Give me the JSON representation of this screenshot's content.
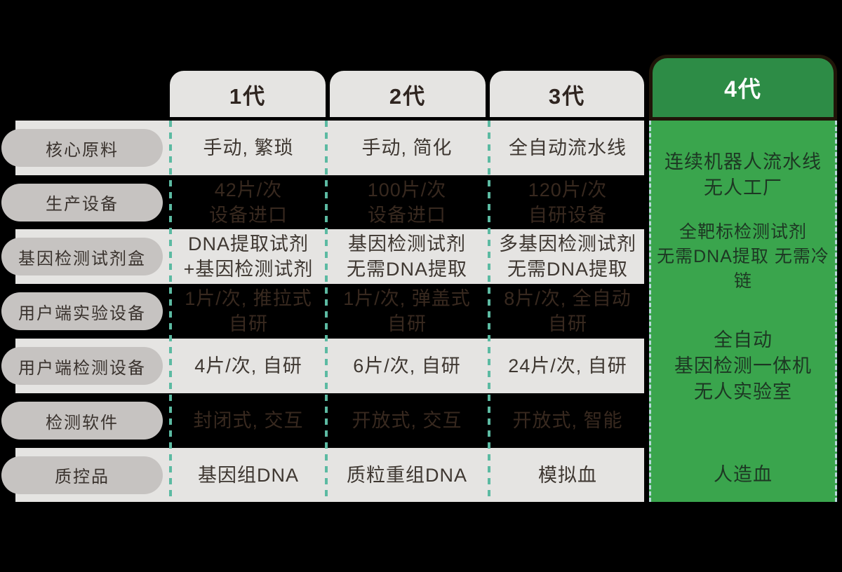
{
  "table": {
    "columns": [
      {
        "label": "1代",
        "highlight": false
      },
      {
        "label": "2代",
        "highlight": false
      },
      {
        "label": "3代",
        "highlight": false
      },
      {
        "label": "4代",
        "highlight": true
      }
    ],
    "rows": [
      {
        "label": "核心原料",
        "band": "light",
        "values": [
          "手动, 繁琐",
          "手动, 简化",
          "全自动流水线"
        ]
      },
      {
        "label": "生产设备",
        "band": "dark",
        "values": [
          "42片/次\n设备进口",
          "100片/次\n设备进口",
          "120片/次\n自研设备"
        ]
      },
      {
        "label": "基因检测试剂盒",
        "band": "light",
        "values": [
          "DNA提取试剂\n+基因检测试剂",
          "基因检测试剂\n无需DNA提取",
          "多基因检测试剂\n无需DNA提取"
        ]
      },
      {
        "label": "用户端实验设备",
        "band": "dark",
        "values": [
          "1片/次, 推拉式\n自研",
          "1片/次, 弹盖式\n自研",
          "8片/次, 全自动\n自研"
        ]
      },
      {
        "label": "用户端检测设备",
        "band": "light",
        "values": [
          "4片/次, 自研",
          "6片/次, 自研",
          "24片/次, 自研"
        ]
      },
      {
        "label": "检测软件",
        "band": "dark",
        "values": [
          "封闭式, 交互",
          "开放式, 交互",
          "开放式, 智能"
        ]
      },
      {
        "label": "质控品",
        "band": "light",
        "values": [
          "基因组DNA",
          "质粒重组DNA",
          "模拟血"
        ]
      }
    ],
    "gen4_cells": [
      {
        "span_rows": "核心原料+生产设备",
        "text": "连续机器人流水线\n无人工厂"
      },
      {
        "span_rows": "基因检测试剂盒",
        "text": "全靶标检测试剂\n无需DNA提取 无需冷链"
      },
      {
        "span_rows": "用户端实验设备+用户端检测设备+检测软件",
        "text": "全自动\n基因检测一体机\n无人实验室"
      },
      {
        "span_rows": "质控品",
        "text": "人造血"
      }
    ]
  },
  "colors": {
    "background": "#000000",
    "row_band_light": "#e5e4e2",
    "label_pill": "#c6c3c1",
    "divider_dash_teal": "#5cbaa2",
    "gen4_header_green": "#2d8c46",
    "gen4_body_green": "#3aa54d",
    "gen4_edge_dash": "#b8d8db",
    "gen4_header_outline": "#201509",
    "header_text": "#2f2520",
    "gen4_header_text": "#ffffff",
    "text_on_light": "#3e3731",
    "text_on_dark": "#38291f",
    "text_on_green": "#1d3723"
  }
}
